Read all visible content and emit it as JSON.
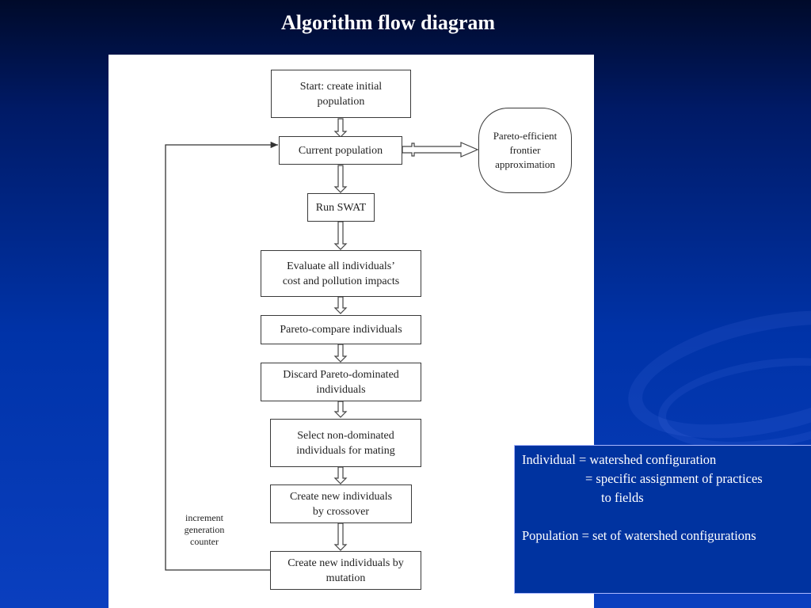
{
  "slide": {
    "title": "Algorithm flow diagram"
  },
  "diagram": {
    "nodes": {
      "start": "Start: create initial\npopulation",
      "current_population": "Current population",
      "frontier": "Pareto-efficient\nfrontier\napproximation",
      "run_swat": "Run SWAT",
      "evaluate": "Evaluate all individuals’\ncost and pollution impacts",
      "pareto_compare": "Pareto-compare individuals",
      "discard": "Discard Pareto-dominated\nindividuals",
      "select": "Select non-dominated\nindividuals for mating",
      "crossover": "Create new individuals\nby crossover",
      "mutation": "Create new individuals by\nmutation"
    },
    "loop_label": "increment\ngeneration\ncounter"
  },
  "definitions": {
    "individual_line1": "Individual = watershed configuration",
    "individual_line2": "= specific assignment of practices",
    "individual_line3": "to fields",
    "population_line": "Population = set of watershed configurations"
  }
}
